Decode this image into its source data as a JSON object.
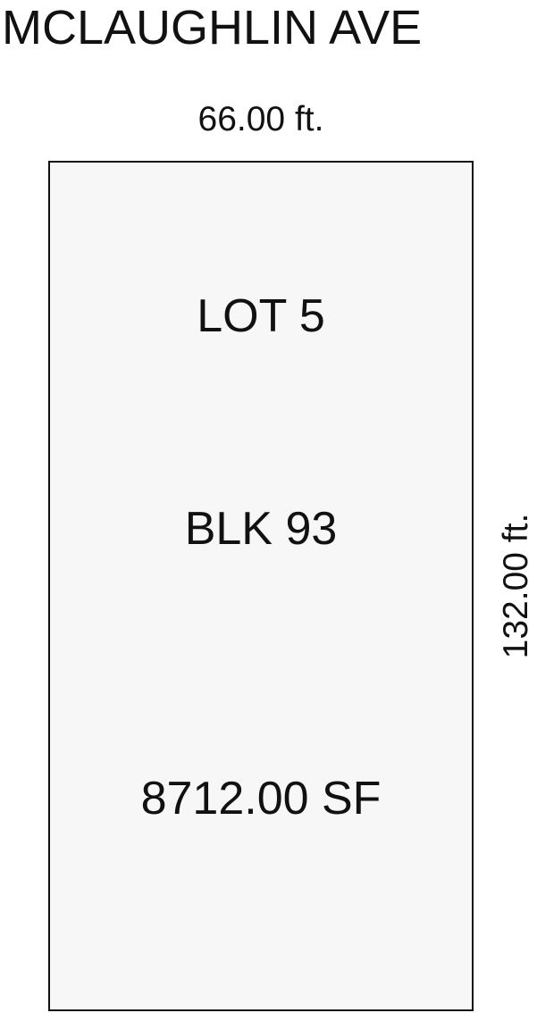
{
  "street": {
    "name": "MCLAUGHLIN AVE"
  },
  "dimensions": {
    "frontage": "66.00 ft.",
    "depth": "132.00 ft."
  },
  "parcel": {
    "lot": "LOT 5",
    "block": "BLK 93",
    "area": "8712.00 SF"
  },
  "colors": {
    "parcel_fill": "#f7f7f7",
    "outline": "#111111",
    "background": "#ffffff"
  }
}
